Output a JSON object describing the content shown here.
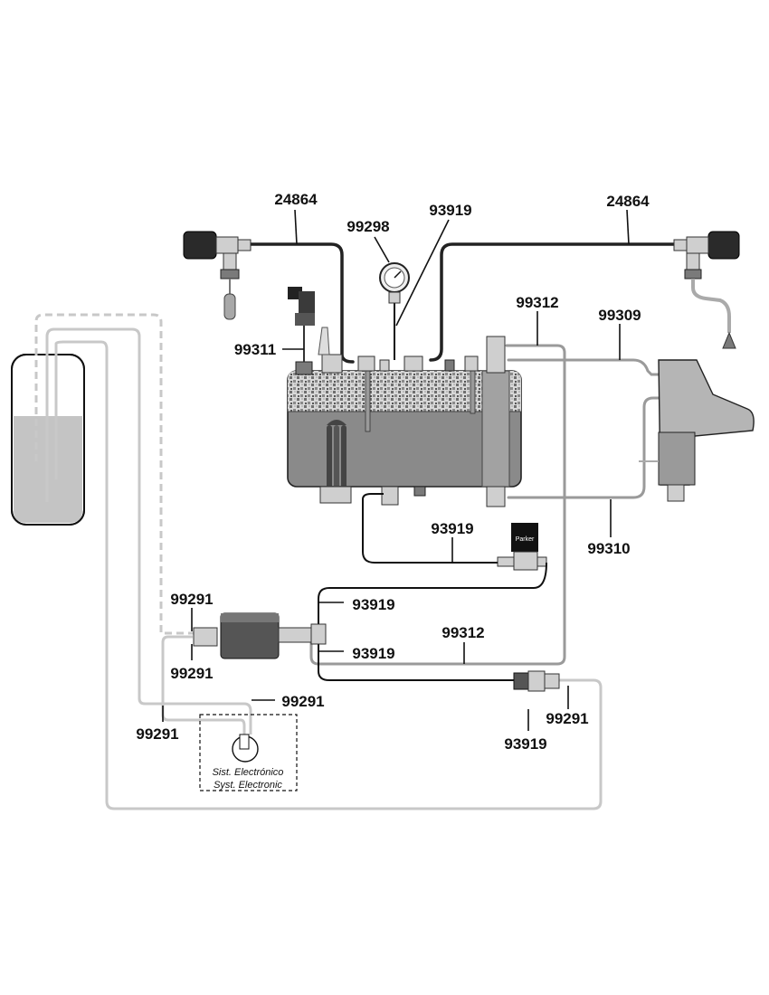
{
  "parts": {
    "hose_left_steam": "24864",
    "hose_right_steam": "24864",
    "gauge": "99298",
    "pipe_gauge": "93919",
    "valve_level": "99311",
    "pipe_top_right": "99312",
    "pipe_group_upper": "99309",
    "pipe_group_lower": "99310",
    "pipe_boiler_bottom": "93919",
    "tube_tank_upper": "99291",
    "tube_tank_lower": "99291",
    "tube_pump_upper": "93919",
    "tube_pump_lower": "93919",
    "pipe_return": "99312",
    "tube_electronic": "99291",
    "tube_left": "99291",
    "fitting_inline": "93919",
    "tube_inline_right": "99291"
  },
  "electronic_box": {
    "line1": "Sist. Electrónico",
    "line2": "Syst. Electronic"
  },
  "solenoid_label": "Parker"
}
